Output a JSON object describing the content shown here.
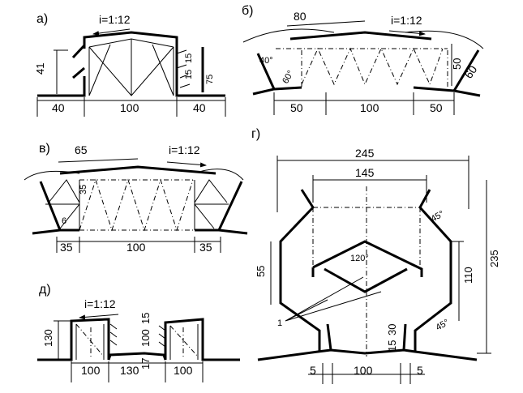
{
  "figures": {
    "a": {
      "label": "а)",
      "slope": "i=1:12",
      "dim_height": "41",
      "dim_15a": "15",
      "dim_15b": "15",
      "dim_75": "75",
      "dim_left": "40",
      "dim_mid": "100",
      "dim_right": "40"
    },
    "b": {
      "label": "б)",
      "slope": "i=1:12",
      "dim_top": "80",
      "angle_40": "40°",
      "angle_60": "60°",
      "dim_50_right": "50",
      "dim_60": "60",
      "dim_left": "50",
      "dim_mid": "100",
      "dim_right": "50"
    },
    "v": {
      "label": "в)",
      "slope": "i=1:12",
      "dim_top": "65",
      "dim_35v": "35",
      "dim_6": "6",
      "dim_left": "35",
      "dim_mid": "100",
      "dim_right": "35"
    },
    "g": {
      "label": "г)",
      "dim_245": "245",
      "dim_145": "145",
      "angle_45a": "45°",
      "angle_45b": "45°",
      "angle_120": "120°",
      "dim_55": "55",
      "dim_110": "110",
      "dim_235": "235",
      "dim_30": "30",
      "dim_15": "15",
      "callout": "1",
      "dim_5a": "5",
      "dim_mid": "100",
      "dim_5b": "5"
    },
    "d": {
      "label": "д)",
      "slope": "i=1:12",
      "dim_130v": "130",
      "dim_100v": "100",
      "dim_15": "15",
      "dim_17": "17",
      "dim_left": "100",
      "dim_mid": "130",
      "dim_right": "100"
    }
  }
}
